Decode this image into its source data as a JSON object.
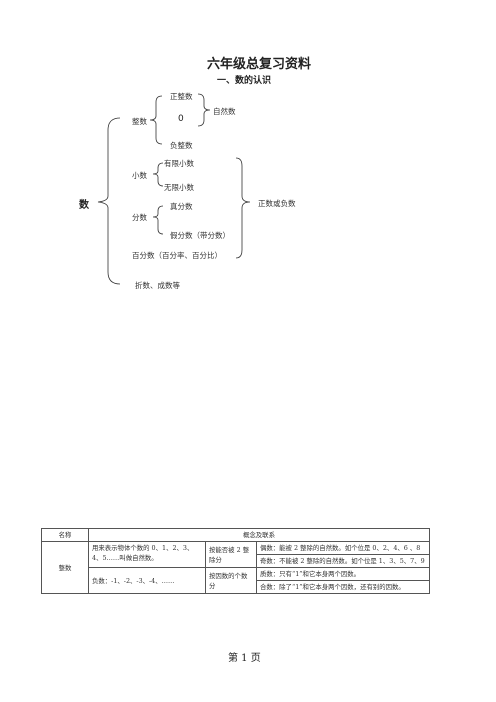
{
  "title": "六年级总复习资料",
  "section_heading": "一、数的认识",
  "tree": {
    "root": "数",
    "integers": "整数",
    "positive_integers": "正整数",
    "zero": "0",
    "negative_integers": "负整数",
    "natural_numbers": "自然数",
    "decimals": "小数",
    "finite_decimals": "有限小数",
    "infinite_decimals": "无限小数",
    "fractions": "分数",
    "proper_fractions": "真分数",
    "improper_fractions": "假分数（带分数）",
    "percentages": "百分数（百分率、百分比）",
    "positive_or_negative": "正数或负数",
    "discounts": "折数、成数等"
  },
  "table": {
    "header_name": "名称",
    "header_concept": "概念及联系",
    "row_name": "整数",
    "natural_def": "用来表示物体个数的 0、1、2、3、4、5……叫做自然数。",
    "negative_def": "负数：-1、-2、-3、-4、……",
    "by_divisibility": "按能否被 2 整除分",
    "by_factors": "按因数的个数分",
    "even": "偶数：能被 2 整除的自然数。如个位是 0、2、4、6 、8",
    "odd": "奇数：不能被 2 整除的自然数。如个位是 1、3、5、7、9",
    "prime": "质数：只有“1”和它本身两个因数。",
    "composite": "合数：除了“1”和它本身两个因数，还有别的因数。"
  },
  "footer": "第 1 页"
}
